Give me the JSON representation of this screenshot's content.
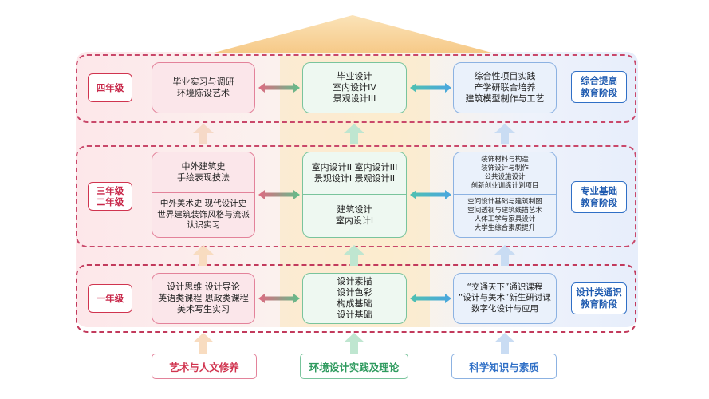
{
  "colors": {
    "red": "#d0344f",
    "green": "#3aa86a",
    "blue": "#2f6fc6",
    "roof": "#f7cf8e"
  },
  "rows": {
    "senior": {
      "left_tag": "四年级",
      "right_tag": [
        "综合提高",
        "教育阶段"
      ],
      "left_box": [
        "毕业实习与调研",
        "环境陈设艺术"
      ],
      "center_box": [
        "毕业设计",
        "室内设计IV",
        "景观设计III"
      ],
      "right_box": [
        "综合性项目实践",
        "产学研联合培养",
        "建筑模型制作与工艺"
      ]
    },
    "middle": {
      "left_tag": [
        "三年级",
        "二年级"
      ],
      "right_tag": [
        "专业基础",
        "教育阶段"
      ],
      "left_box_top": [
        "中外建筑史",
        "手绘表现技法"
      ],
      "left_box_bottom": [
        "中外美术史    现代设计史",
        "世界建筑装饰风格与流派",
        "认识实习"
      ],
      "center_box_top": [
        "室内设计II  室内设计III",
        "景观设计I  景观设计II"
      ],
      "center_box_bottom": [
        "建筑设计",
        "室内设计I"
      ],
      "right_box_top": [
        "装饰材料与构造",
        "装饰设计与制作",
        "公共设施设计",
        "创新创业训练计划项目"
      ],
      "right_box_bottom": [
        "空间设计基础与建筑制图",
        "空间透视与建筑线描艺术",
        "人体工学与家具设计",
        "大学生综合素质提升"
      ]
    },
    "freshman": {
      "left_tag": "一年级",
      "right_tag": [
        "设计类通识",
        "教育阶段"
      ],
      "left_box": [
        "设计思维  设计导论",
        "英语类课程  思政类课程",
        "美术写生实习"
      ],
      "center_box": [
        "设计素描",
        "设计色彩",
        "构成基础",
        "设计基础"
      ],
      "right_box": [
        "“交通天下”通识课程",
        "“设计与美术”新生研讨课",
        "数字化设计与应用"
      ]
    }
  },
  "bottom_tags": {
    "left": "艺术与人文修养",
    "center": "环境设计实践及理论",
    "right": "科学知识与素质"
  }
}
